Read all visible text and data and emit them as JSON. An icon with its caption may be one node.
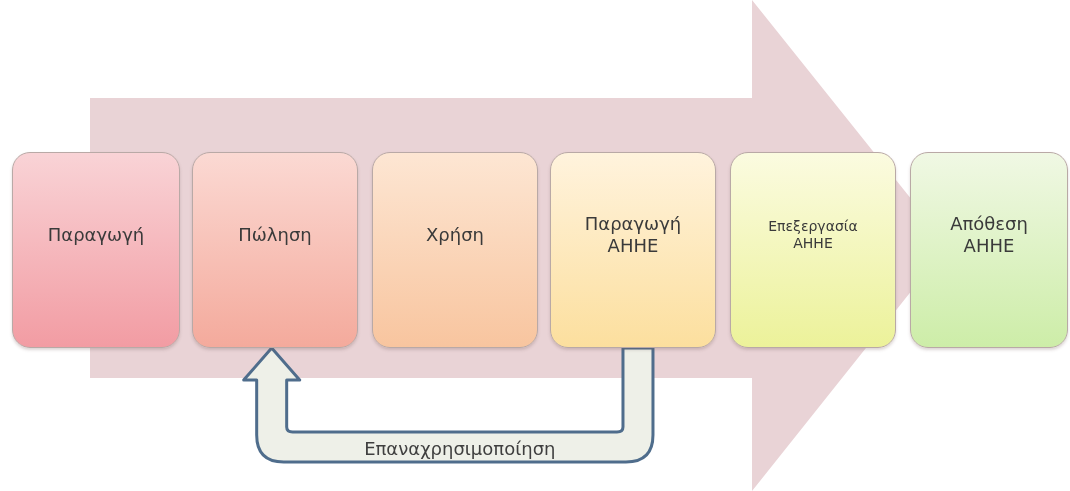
{
  "diagram": {
    "nodes": [
      {
        "text": [
          "Παραγωγή"
        ]
      },
      {
        "text": [
          "Πώληση"
        ]
      },
      {
        "text": [
          "Χρήση"
        ]
      },
      {
        "text": [
          "Παραγωγή ΑΗΗΕ"
        ]
      },
      {
        "text": [
          "Επεξεργασία ΑΗΗΕ"
        ]
      },
      {
        "text": [
          "Απόθεση ΑΗΗΕ"
        ]
      }
    ],
    "edges": [
      {
        "from": 0,
        "to": 5,
        "arrow": "to",
        "style": "thick"
      },
      {
        "from": 3,
        "to": 1,
        "arrow": "to",
        "label": "Επαναχρησιμοποίηση"
      }
    ]
  }
}
